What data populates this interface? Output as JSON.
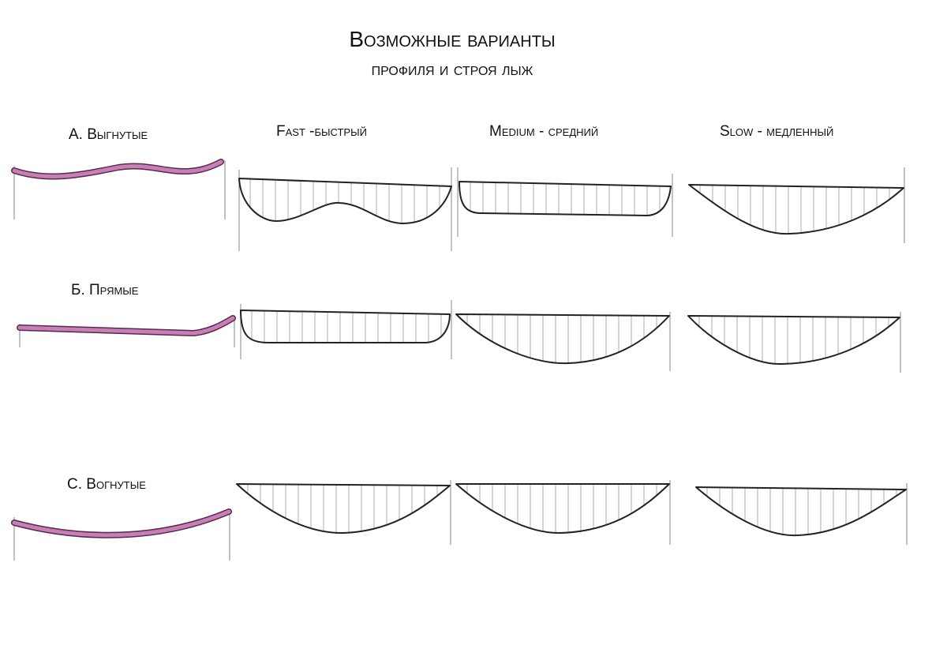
{
  "title": {
    "line1": "Возможные варианты",
    "line2": "профиля и строя лыж"
  },
  "columns": {
    "fast": "Fast -быстрый",
    "medium": "Medium - средний",
    "slow": "Slow - медленный"
  },
  "rows": {
    "a": "А. Выгнутые",
    "b": "Б. Прямые",
    "c": "С. Вогнутые"
  },
  "colors": {
    "ski_fill": "#c77fb8",
    "ski_outline": "#5a2a4a",
    "ink": "#222222",
    "pencil": "#9a9a9a"
  }
}
